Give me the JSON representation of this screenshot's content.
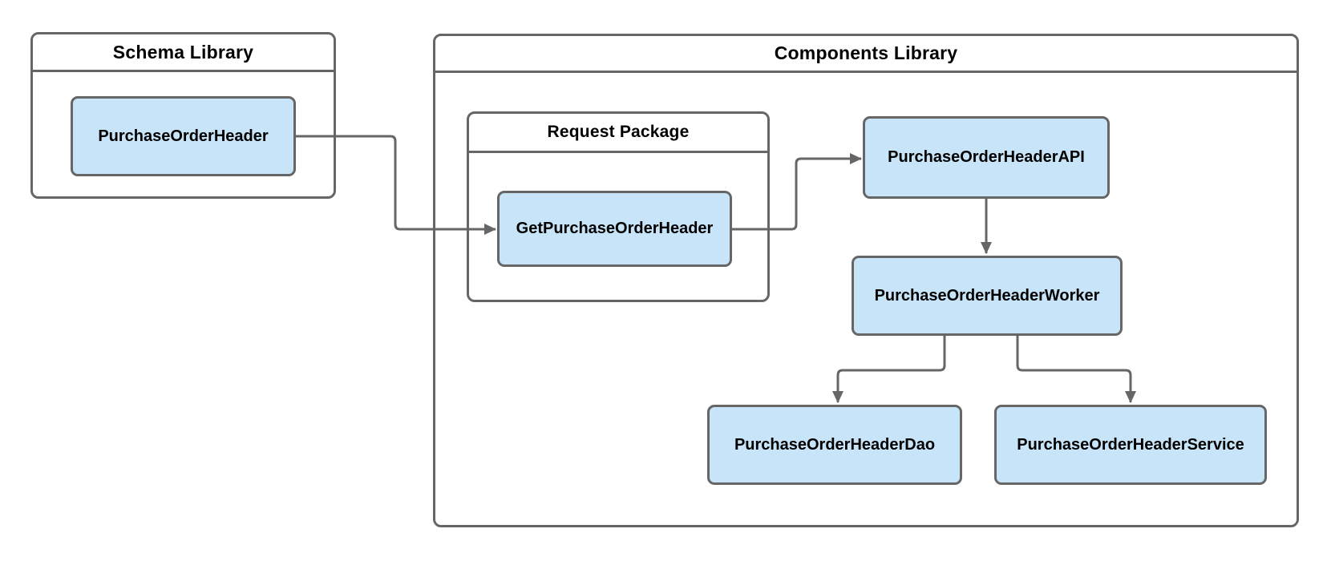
{
  "containers": {
    "schema_library": {
      "title": "Schema Library"
    },
    "components_library": {
      "title": "Components Library"
    },
    "request_package": {
      "title": "Request Package"
    }
  },
  "nodes": {
    "purchase_order_header": {
      "label": "PurchaseOrderHeader"
    },
    "get_purchase_order_header": {
      "label": "GetPurchaseOrderHeader"
    },
    "purchase_order_header_api": {
      "label": "PurchaseOrderHeaderAPI"
    },
    "purchase_order_header_worker": {
      "label": "PurchaseOrderHeaderWorker"
    },
    "purchase_order_header_dao": {
      "label": "PurchaseOrderHeaderDao"
    },
    "purchase_order_header_service": {
      "label": "PurchaseOrderHeaderService"
    }
  },
  "edges": [
    {
      "from": "PurchaseOrderHeader",
      "to": "GetPurchaseOrderHeader"
    },
    {
      "from": "GetPurchaseOrderHeader",
      "to": "PurchaseOrderHeaderAPI"
    },
    {
      "from": "PurchaseOrderHeaderAPI",
      "to": "PurchaseOrderHeaderWorker"
    },
    {
      "from": "PurchaseOrderHeaderWorker",
      "to": "PurchaseOrderHeaderDao"
    },
    {
      "from": "PurchaseOrderHeaderWorker",
      "to": "PurchaseOrderHeaderService"
    }
  ],
  "colors": {
    "node_fill": "#C8E4F8",
    "stroke": "#666666",
    "text": "#000000",
    "background": "#FFFFFF"
  }
}
